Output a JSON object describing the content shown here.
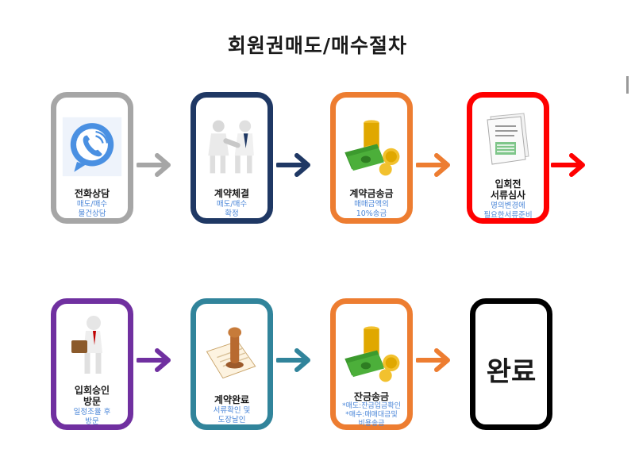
{
  "title": "회원권매도/매수절차",
  "steps": [
    {
      "label": "전화상담",
      "sub": "매도/매수\n물건상담",
      "color": "#a6a6a6",
      "icon": "phone-icon"
    },
    {
      "label": "계약체결",
      "sub": "매도/매수\n확정",
      "color": "#1f3864",
      "icon": "handshake-icon"
    },
    {
      "label": "계약금송금",
      "sub": "매매금액의\n10%송금",
      "color": "#ed7d31",
      "icon": "money-icon"
    },
    {
      "label": "입회전\n서류심사",
      "sub": "명의변경에\n필요한서류준비",
      "color": "#ff0000",
      "icon": "documents-icon"
    },
    {
      "label": "입회승인\n방문",
      "sub": "일정조율 후\n방문",
      "color": "#7030a0",
      "icon": "visitor-icon"
    },
    {
      "label": "계약완료",
      "sub": "서류확인 및\n도장날인",
      "color": "#31849b",
      "icon": "stamp-icon"
    },
    {
      "label": "잔금송금",
      "sub": "*매도:잔금입금확인\n*매수:매매대금및\n비용송금",
      "color": "#ed7d31",
      "icon": "money-icon"
    },
    {
      "label": "완료",
      "sub": "",
      "color": "#000000",
      "icon": ""
    }
  ]
}
